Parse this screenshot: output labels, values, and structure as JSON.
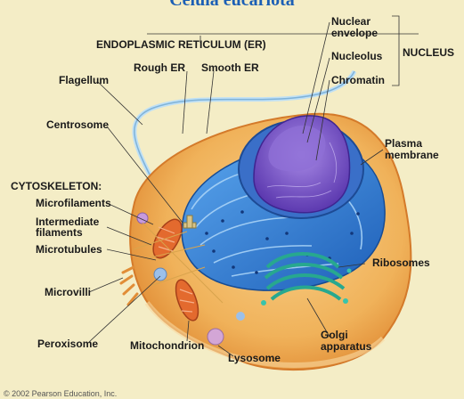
{
  "title": "Célula eucariota",
  "labels": {
    "er_group": "ENDOPLASMIC RETICULUM (ER)",
    "rough_er": "Rough ER",
    "smooth_er": "Smooth ER",
    "flagellum": "Flagellum",
    "centrosome": "Centrosome",
    "cytoskeleton": "CYTOSKELETON:",
    "microfilaments": "Microfilaments",
    "intermediate_1": "Intermediate",
    "intermediate_2": "filaments",
    "microtubules": "Microtubules",
    "microvilli": "Microvilli",
    "peroxisome": "Peroxisome",
    "mitochondrion": "Mitochondrion",
    "lysosome": "Lysosome",
    "golgi_1": "Golgi",
    "golgi_2": "apparatus",
    "ribosomes": "Ribosomes",
    "plasma_1": "Plasma",
    "plasma_2": "membrane",
    "nuclear_env_1": "Nuclear",
    "nuclear_env_2": "envelope",
    "nucleolus": "Nucleolus",
    "chromatin": "Chromatin",
    "nucleus": "NUCLEUS"
  },
  "footer": "© 2002 Pearson Education, Inc.",
  "colors": {
    "background": "#f4edc6",
    "cytoplasm": "#f0b25a",
    "membrane_rim": "#e8943a",
    "er": "#2f7fd6",
    "nucleus": "#7a55c9",
    "golgi": "#2bb7a0",
    "mitochondrion": "#e36a2e",
    "title": "#1b5fb5"
  }
}
